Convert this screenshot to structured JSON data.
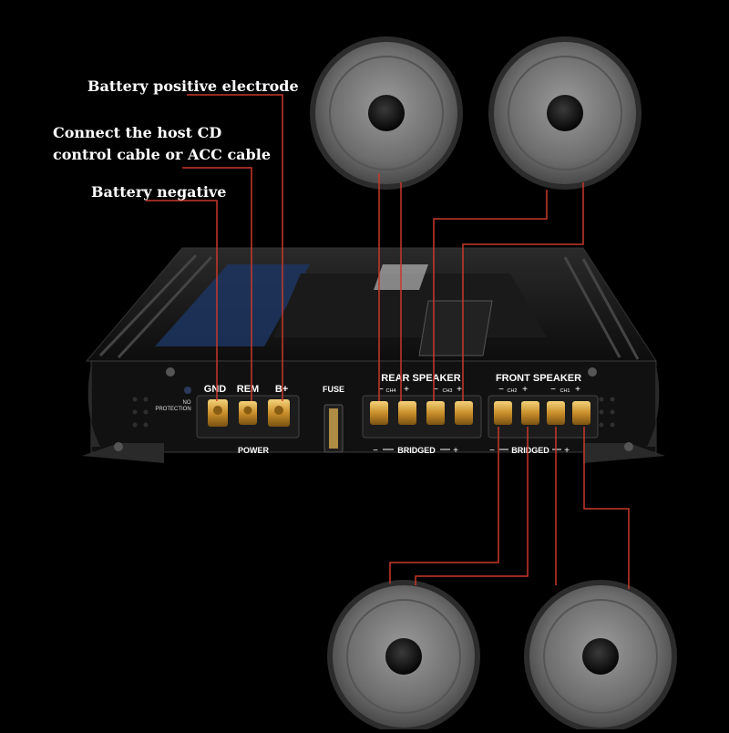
{
  "callouts": {
    "battery_positive": "Battery positive electrode",
    "host_cd_line1": "Connect the host CD",
    "host_cd_line2": "control cable or ACC cable",
    "battery_negative": "Battery negative"
  },
  "amplifier": {
    "power_terminals": [
      "GND",
      "REM",
      "B+"
    ],
    "power_label": "POWER",
    "fuse_label": "FUSE",
    "no_protection_line1": "NO",
    "no_protection_line2": "PROTECTION",
    "rear_speaker_label": "REAR SPEAKER",
    "front_speaker_label": "FRONT SPEAKER",
    "ch4": "CH4",
    "ch3": "CH3",
    "ch2": "CH2",
    "ch1": "CH1",
    "bridged": "BRIDGED",
    "minus": "−",
    "plus": "+"
  },
  "colors": {
    "background": "#000000",
    "wire": "#c8382a",
    "gold": "#d9a441",
    "speaker_grey": "#7d7d7d"
  }
}
